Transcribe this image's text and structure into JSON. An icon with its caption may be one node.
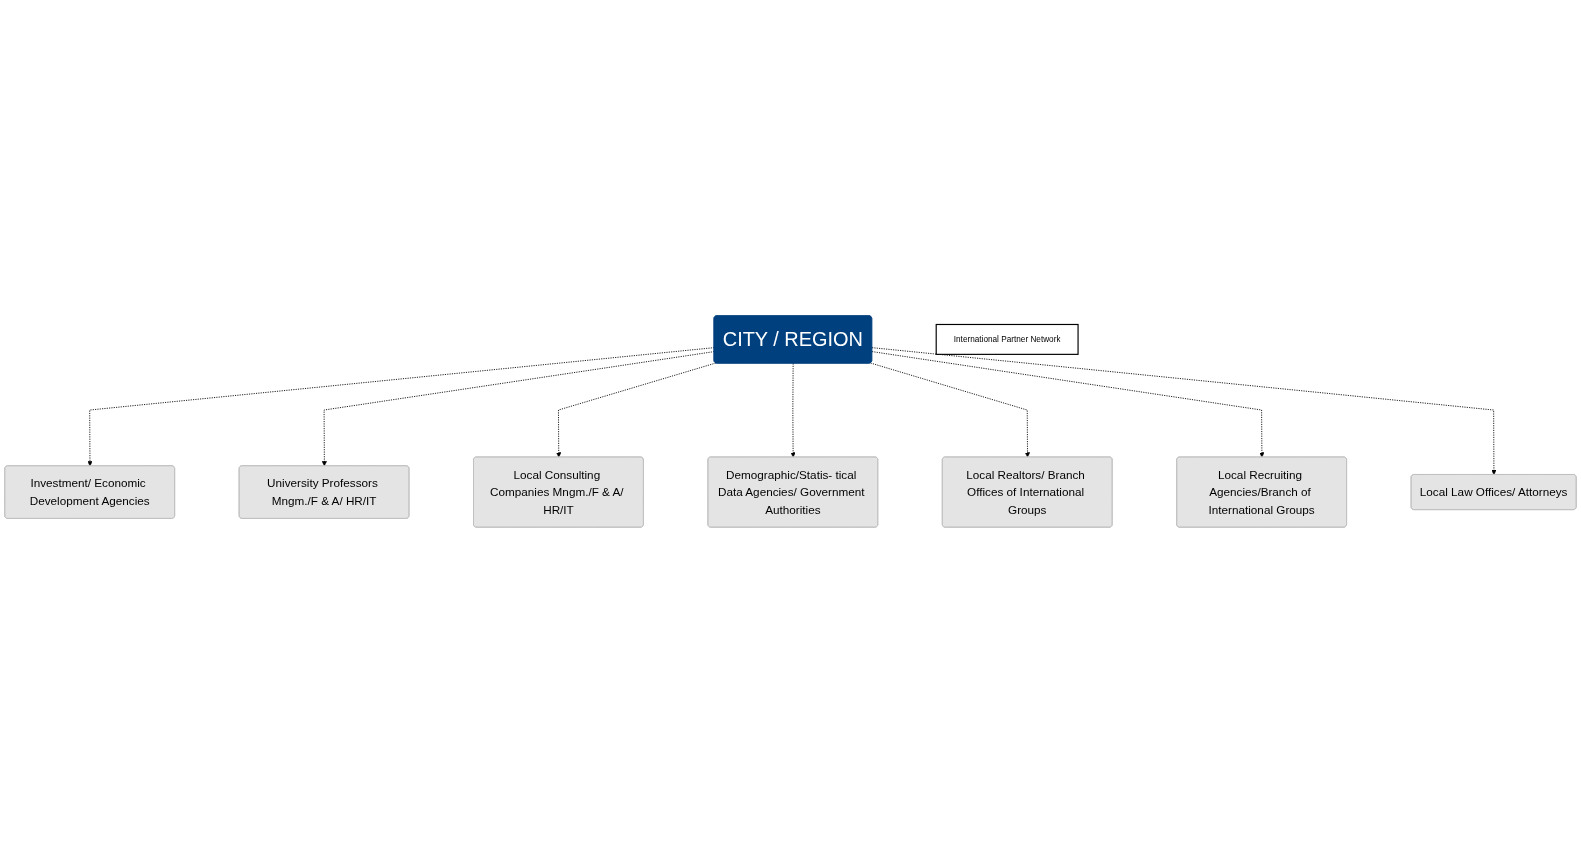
{
  "diagram": {
    "nodes": [
      {
        "text": [
          "Investment/ Economic Development Agencies"
        ]
      },
      {
        "text": [
          "International Partner Network"
        ]
      },
      {
        "text": [
          "Demographic/Statis- tical Data Agencies/ Government Authorities"
        ]
      },
      {
        "text": [
          "University Professors Mngm./F & A/ HR/IT"
        ]
      },
      {
        "text": [
          "CITY / REGION"
        ]
      },
      {
        "text": [
          "Local Realtors/ Branch Offices of International Groups"
        ]
      },
      {
        "text": [
          "Local Consulting Companies Mngm./F & A/ HR/IT"
        ]
      },
      {
        "text": [
          "Local Law Offices/ Attorneys"
        ]
      },
      {
        "text": [
          "Local Recruiting Agencies/Branch of International Groups"
        ]
      }
    ],
    "edges": [
      {
        "from": 4,
        "to": 0,
        "arrow": "to",
        "style": "dashed"
      },
      {
        "from": 4,
        "to": 3,
        "arrow": "to",
        "style": "dashed"
      },
      {
        "from": 4,
        "to": 6,
        "arrow": "to",
        "style": "dashed"
      },
      {
        "from": 4,
        "to": 2,
        "arrow": "to",
        "style": "dashed"
      },
      {
        "from": 4,
        "to": 5,
        "arrow": "to",
        "style": "dashed"
      },
      {
        "from": 4,
        "to": 8,
        "arrow": "to",
        "style": "dashed"
      },
      {
        "from": 4,
        "to": 7,
        "arrow": "to",
        "style": "dashed"
      }
    ]
  }
}
